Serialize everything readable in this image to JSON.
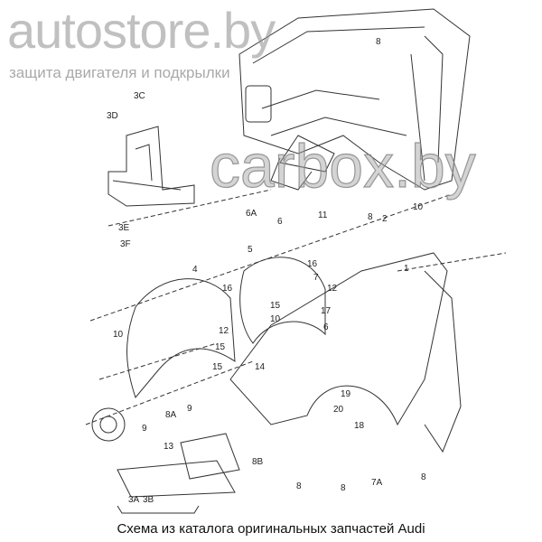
{
  "diagram": {
    "labels": [
      "3C",
      "3D",
      "8",
      "6A",
      "6",
      "11",
      "2",
      "10",
      "3E",
      "3F",
      "8",
      "5",
      "16",
      "4",
      "16",
      "7",
      "12",
      "1",
      "17",
      "15",
      "10",
      "12",
      "15",
      "15",
      "10",
      "14",
      "6",
      "19",
      "20",
      "18",
      "9",
      "8A",
      "9",
      "13",
      "8B",
      "8",
      "8",
      "7A",
      "8",
      "3A",
      "3B"
    ]
  },
  "watermarks": {
    "site": "autostore.by",
    "subtitle": "защита двигателя и подкрылки",
    "site2": "carbox.by"
  },
  "caption": "Схема из каталога оригинальных запчастей Audi"
}
